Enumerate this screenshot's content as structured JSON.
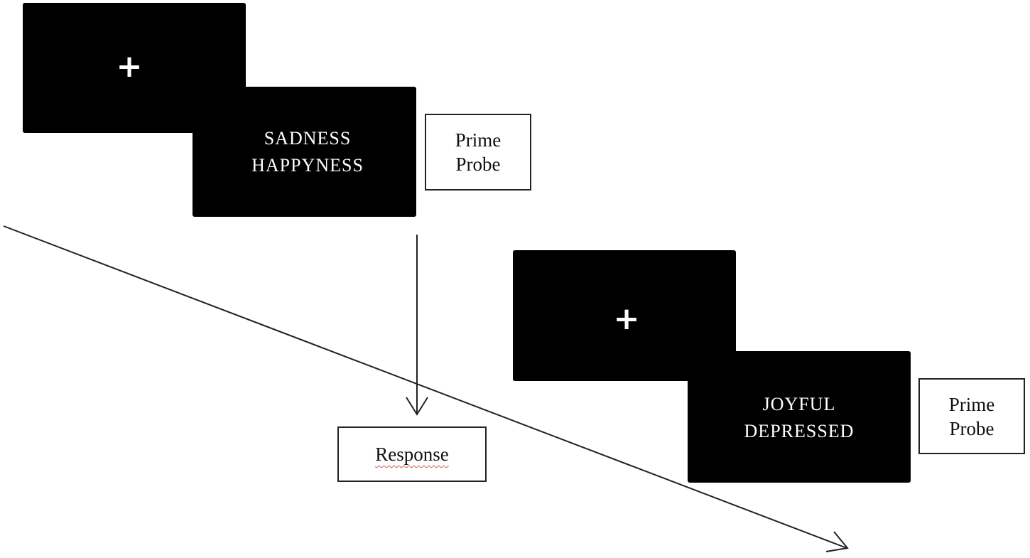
{
  "trial1": {
    "fixation_symbol": "+",
    "prime_word": "SADNESS",
    "probe_word": "HAPPYNESS",
    "label_prime": "Prime",
    "label_probe": "Probe"
  },
  "response": {
    "label": "Response"
  },
  "trial2": {
    "fixation_symbol": "+",
    "prime_word": "JOYFUL",
    "probe_word": "DEPRESSED",
    "label_prime": "Prime",
    "label_probe": "Probe"
  },
  "colors": {
    "screen": "#000000",
    "screen_text": "#ffffff",
    "line": "#222222",
    "spellcheck_underline": "#d9534f"
  },
  "icons": {
    "fixation": "plus-icon",
    "time_axis": "diagonal-arrow-icon",
    "response_flow": "down-arrow-icon"
  }
}
